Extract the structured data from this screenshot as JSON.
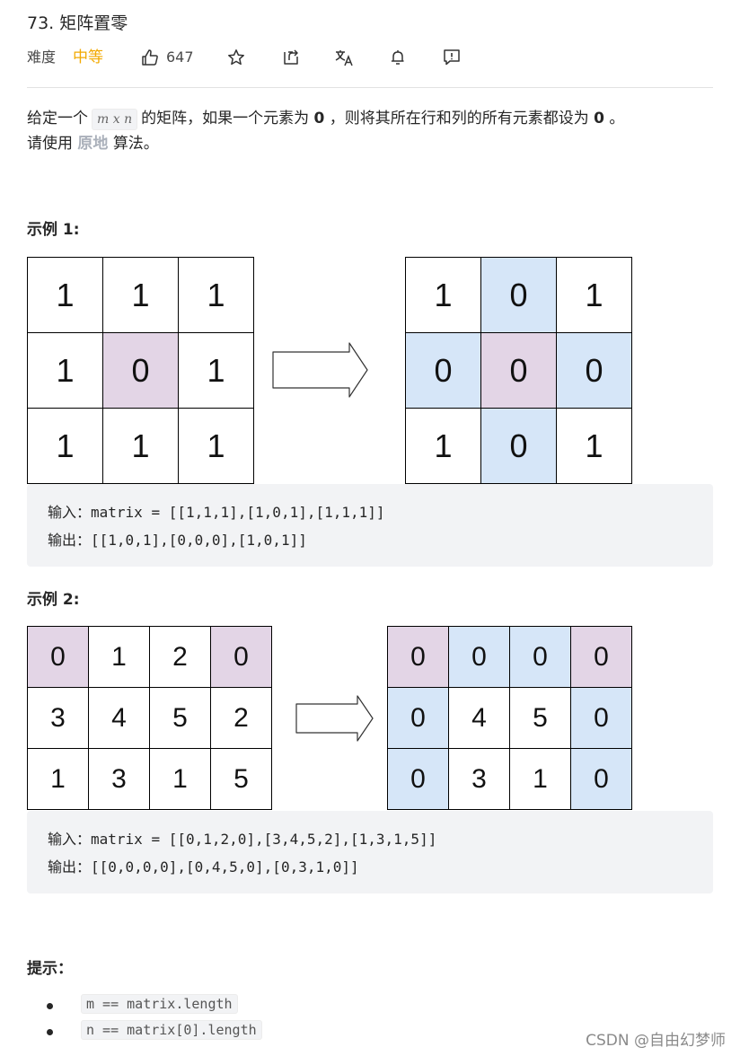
{
  "problem": {
    "title": "73. 矩阵置零",
    "difficulty_label": "难度",
    "difficulty": "中等",
    "likes": "647"
  },
  "description": {
    "part1": "给定一个",
    "var": "m x n",
    "part2": "的矩阵，如果一个元素为",
    "zero1": "0",
    "part3": "，则将其所在行和列的所有元素都设为",
    "zero2": "0",
    "part4": "。",
    "line2_a": "请使用",
    "line2_bold": "原地",
    "line2_b": "算法。"
  },
  "examples": [
    {
      "heading": "示例 1:",
      "input_label": "输入：",
      "input": "matrix = [[1,1,1],[1,0,1],[1,1,1]]",
      "output_label": "输出：",
      "output": "[[1,0,1],[0,0,0],[1,0,1]]",
      "before": [
        [
          "1",
          "1",
          "1"
        ],
        [
          "1",
          "0",
          "1"
        ],
        [
          "1",
          "1",
          "1"
        ]
      ],
      "after": [
        [
          "1",
          "0",
          "1"
        ],
        [
          "0",
          "0",
          "0"
        ],
        [
          "1",
          "0",
          "1"
        ]
      ]
    },
    {
      "heading": "示例 2:",
      "input_label": "输入：",
      "input": "matrix = [[0,1,2,0],[3,4,5,2],[1,3,1,5]]",
      "output_label": "输出：",
      "output": "[[0,0,0,0],[0,4,5,0],[0,3,1,0]]",
      "before": [
        [
          "0",
          "1",
          "2",
          "0"
        ],
        [
          "3",
          "4",
          "5",
          "2"
        ],
        [
          "1",
          "3",
          "1",
          "5"
        ]
      ],
      "after": [
        [
          "0",
          "0",
          "0",
          "0"
        ],
        [
          "0",
          "4",
          "5",
          "0"
        ],
        [
          "0",
          "3",
          "1",
          "0"
        ]
      ]
    }
  ],
  "hints": {
    "heading": "提示：",
    "items": [
      "m == matrix.length",
      "n == matrix[0].length"
    ]
  },
  "colors": {
    "difficulty_medium": "#f2a900",
    "zero_cell": "#e3d5e6",
    "affected_cell": "#d6e6f8"
  },
  "icons": [
    "thumbs-up-icon",
    "star-icon",
    "share-icon",
    "translate-icon",
    "bell-icon",
    "feedback-icon"
  ],
  "watermark": "CSDN @自由幻梦师"
}
